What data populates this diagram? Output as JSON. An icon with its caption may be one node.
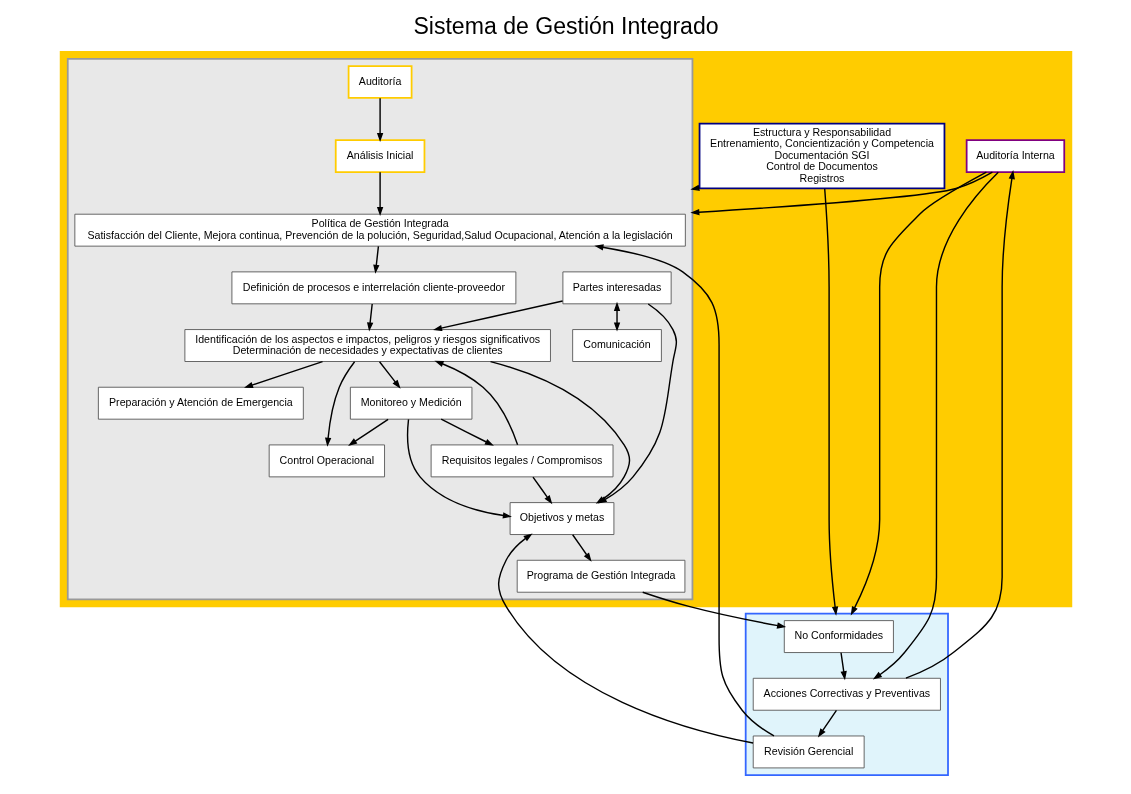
{
  "diagram": {
    "title": "Sistema de Gestión Integrado",
    "nodes": [
      {
        "text": [],
        "shape": "box"
      },
      {
        "text": [],
        "shape": "box",
        "in": 0
      },
      {
        "text": [
          "Política de Gestión Integrada",
          "Satisfacción del Cliente, Mejora continua, Prevención de la polución, Seguridad,Salud Ocupacional, Atención a la legislación"
        ],
        "in": 1
      },
      {
        "text": [
          "Auditoría"
        ],
        "in": 1
      },
      {
        "text": [
          "Análisis Inicial"
        ],
        "in": 1
      },
      {
        "text": [
          "Definición de procesos e interrelación cliente-proveedor"
        ],
        "in": 1
      },
      {
        "text": [
          "Requisitos legales / Compromisos"
        ],
        "in": 1
      },
      {
        "text": [
          "Identificación de los aspectos e impactos, peligros y riesgos significativos",
          "Determinación de necesidades y expectativas de clientes"
        ],
        "in": 1
      },
      {
        "text": [
          "Partes interesadas"
        ],
        "in": 1
      },
      {
        "text": [
          "Comunicación"
        ],
        "in": 1
      },
      {
        "text": [
          "Control Operacional"
        ],
        "in": 1
      },
      {
        "text": [
          "Objetivos y metas"
        ],
        "in": 1
      },
      {
        "text": [
          "Preparación y Atención de Emergencia"
        ],
        "in": 1
      },
      {
        "text": [
          "Monitoreo y Medición"
        ],
        "in": 1
      },
      {
        "text": [
          "Programa de Gestión Integrada"
        ],
        "in": 1
      },
      {
        "text": [],
        "shape": "box"
      },
      {
        "text": [
          "No Conformidades"
        ],
        "in": 15
      },
      {
        "text": [
          "Acciones Correctivas y Preventivas"
        ],
        "in": 15
      },
      {
        "text": [
          "Revisión Gerencial"
        ],
        "in": 15
      },
      {
        "text": [
          "Auditoría Interna"
        ],
        "in": 0
      },
      {
        "text": [
          "Estructura y Responsabilidad",
          "Entrenamiento, Concientización y Competencia",
          "Documentación SGI",
          "Control de Documentos",
          "Registros"
        ],
        "in": 0
      }
    ],
    "edges": [
      {
        "from": 2,
        "to": 5,
        "arrow": "to"
      },
      {
        "from": 5,
        "to": 7,
        "arrow": "to"
      },
      {
        "from": 3,
        "to": 4,
        "arrow": "to"
      },
      {
        "from": 4,
        "to": 2,
        "arrow": "to"
      },
      {
        "from": 6,
        "to": 7,
        "arrow": "to"
      },
      {
        "from": 6,
        "to": 11,
        "arrow": "to"
      },
      {
        "from": 8,
        "to": 7,
        "arrow": "to"
      },
      {
        "from": 8,
        "to": 9,
        "arrow": "both"
      },
      {
        "from": 8,
        "to": 11,
        "arrow": "to"
      },
      {
        "from": 7,
        "to": 10,
        "arrow": "to"
      },
      {
        "from": 7,
        "to": 11,
        "arrow": "to"
      },
      {
        "from": 7,
        "to": 12,
        "arrow": "to"
      },
      {
        "from": 7,
        "to": 13,
        "arrow": "to"
      },
      {
        "from": 13,
        "to": 10,
        "arrow": "to"
      },
      {
        "from": 13,
        "to": 6,
        "arrow": "to"
      },
      {
        "from": 13,
        "to": 11,
        "arrow": "to"
      },
      {
        "from": 11,
        "to": 14,
        "arrow": "to"
      },
      {
        "from": 14,
        "to": 16,
        "arrow": "to"
      },
      {
        "from": 16,
        "to": 17,
        "arrow": "to"
      },
      {
        "from": 17,
        "to": 18,
        "arrow": "to"
      },
      {
        "from": 17,
        "to": 19,
        "arrow": "to"
      },
      {
        "from": 19,
        "to": 17,
        "arrow": "to"
      },
      {
        "from": 19,
        "to": 15,
        "arrow": "to"
      },
      {
        "from": 19,
        "to": 1,
        "arrow": "to"
      },
      {
        "from": 20,
        "to": 1,
        "arrow": "to"
      },
      {
        "from": 20,
        "to": 15,
        "arrow": "to"
      },
      {
        "from": 18,
        "to": 2,
        "arrow": "to"
      },
      {
        "from": 18,
        "to": 11,
        "arrow": "to"
      }
    ]
  }
}
